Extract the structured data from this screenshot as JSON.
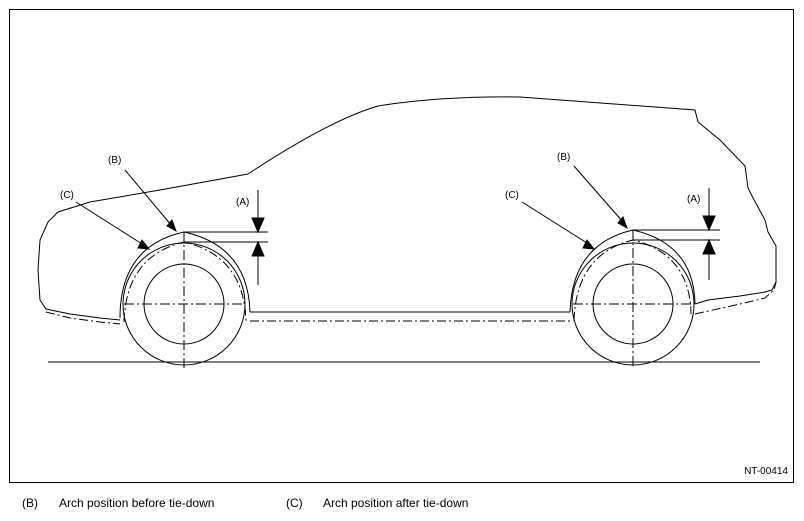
{
  "figure_id": "NT-00414",
  "callouts": {
    "front": {
      "a": "(A)",
      "b": "(B)",
      "c": "(C)"
    },
    "rear": {
      "a": "(A)",
      "b": "(B)",
      "c": "(C)"
    }
  },
  "legend": [
    {
      "code": "(B)",
      "text": "Arch position before tie-down"
    },
    {
      "code": "(C)",
      "text": "Arch position after tie-down"
    }
  ]
}
